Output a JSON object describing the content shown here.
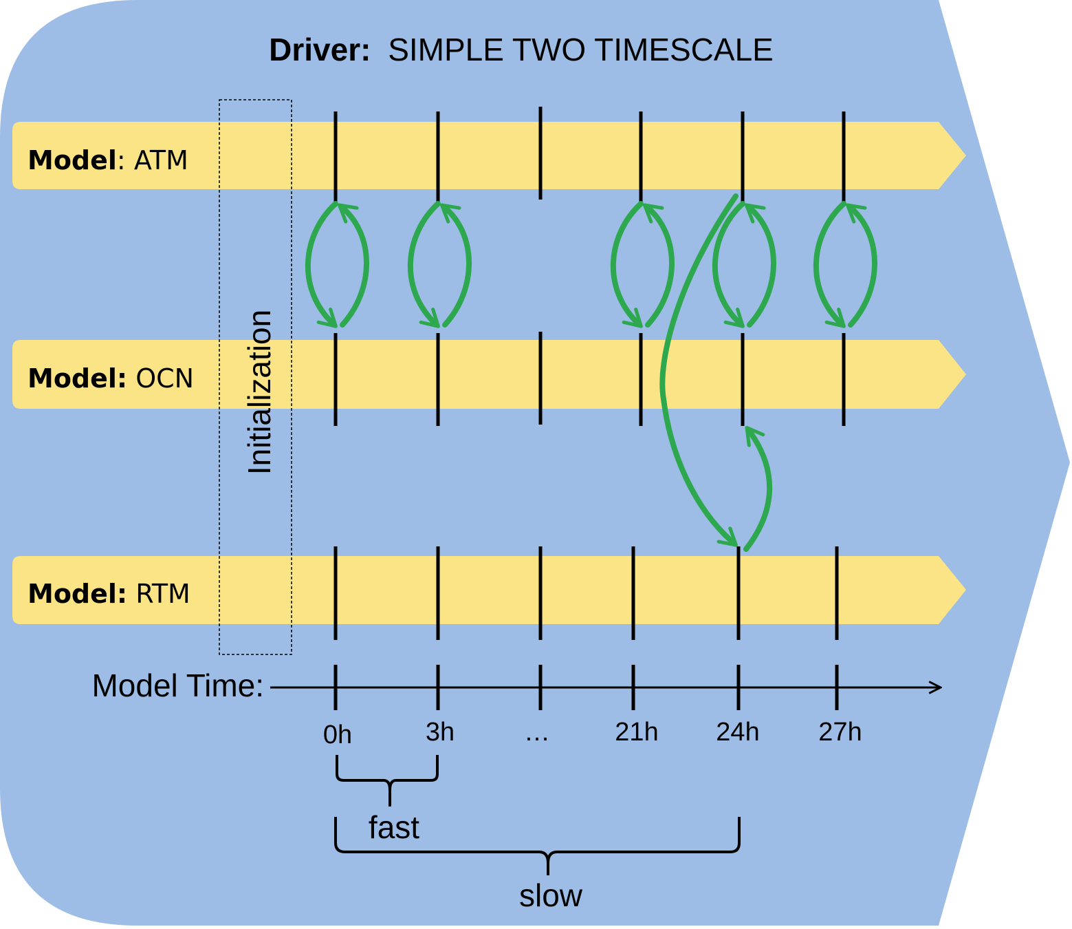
{
  "title": {
    "bold": "Driver:",
    "text": "SIMPLE TWO TIMESCALE"
  },
  "models": [
    {
      "prefix": "Model",
      "sep": ":",
      "name": " ATM"
    },
    {
      "prefix": "Model:",
      "sep": "",
      "name": " OCN"
    },
    {
      "prefix": "Model:",
      "sep": "",
      "name": " RTM"
    }
  ],
  "initialization_label": "Initialization",
  "axis": {
    "label": "Model Time:",
    "ticks": [
      "0h",
      "3h",
      "…",
      "21h",
      "24h",
      "27h"
    ]
  },
  "timescales": {
    "fast": "fast",
    "slow": "slow"
  },
  "colors": {
    "driver_background": "#9dbde6",
    "model_track": "#fbe485",
    "coupling_arrow": "#2ea84f",
    "tick": "#000000"
  }
}
